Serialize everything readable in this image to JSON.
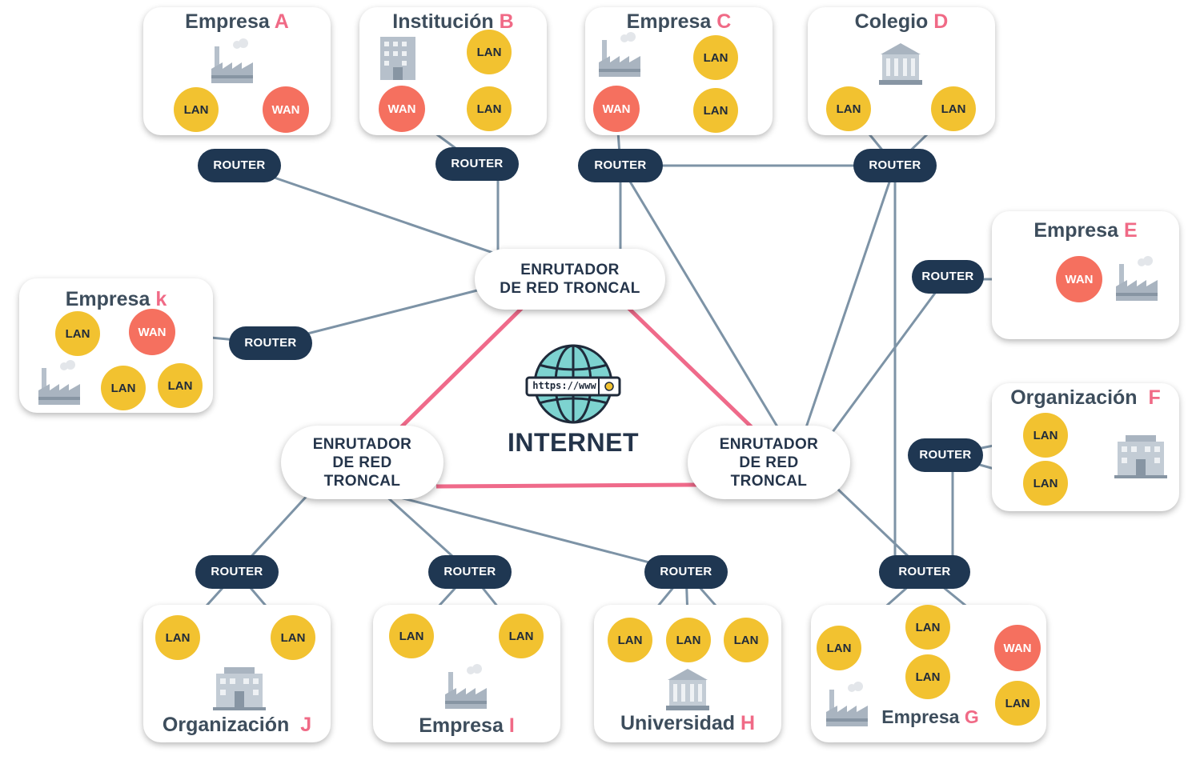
{
  "center": {
    "label": "INTERNET",
    "url_text": "https://www"
  },
  "backbone_routers": {
    "top": "ENRUTADOR\nDE RED TRONCAL",
    "left": "ENRUTADOR\nDE RED\nTRONCAL",
    "right": "ENRUTADOR\nDE RED\nTRONCAL"
  },
  "routers": {
    "a": "ROUTER",
    "b": "ROUTER",
    "c": "ROUTER",
    "d": "ROUTER",
    "e": "ROUTER",
    "f": "ROUTER",
    "g": "ROUTER",
    "h": "ROUTER",
    "i": "ROUTER",
    "j": "ROUTER",
    "k": "ROUTER"
  },
  "labels": {
    "lan": "LAN",
    "wan": "WAN"
  },
  "nodes": {
    "a": {
      "name": "Empresa",
      "letter": "A"
    },
    "b": {
      "name": "Institución",
      "letter": "B"
    },
    "c": {
      "name": "Empresa",
      "letter": "C"
    },
    "d": {
      "name": "Colegio",
      "letter": "D"
    },
    "e": {
      "name": "Empresa",
      "letter": "E"
    },
    "f": {
      "name": "Organización",
      "letter": "F"
    },
    "g": {
      "name": "Empresa",
      "letter": "G"
    },
    "h": {
      "name": "Universidad",
      "letter": "H"
    },
    "i": {
      "name": "Empresa",
      "letter": "I"
    },
    "j": {
      "name": "Organización",
      "letter": "J"
    },
    "k": {
      "name": "Empresa",
      "letter": "k"
    }
  },
  "colors": {
    "router": "#1f3752",
    "lan": "#f2c230",
    "wan": "#f5705f",
    "link": "#7d93a6",
    "backbone_link": "#ef6a8a",
    "title": "#3d4d5c",
    "letter": "#f06a86"
  }
}
